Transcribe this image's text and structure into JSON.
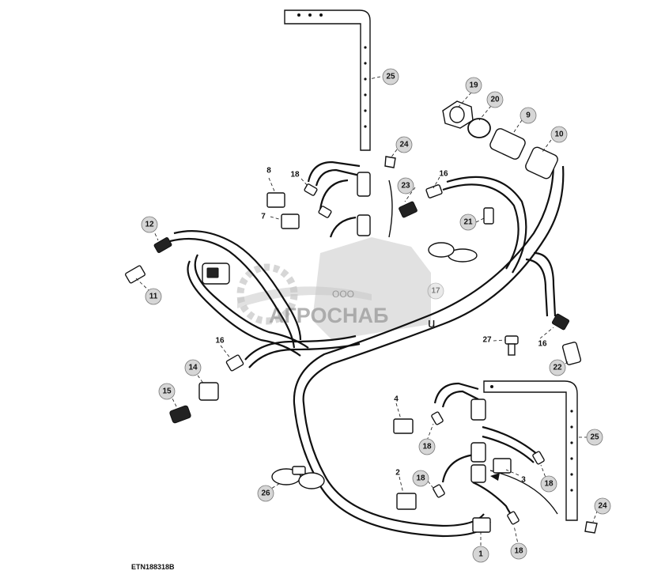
{
  "figure_id": "ETN188318B",
  "watermark": {
    "company": "АГРОСНАБ",
    "prefix": "ООО",
    "suffix": "u"
  },
  "callouts": {
    "c25a": "25",
    "c24a": "24",
    "c19": "19",
    "c20": "20",
    "c9": "9",
    "c10": "10",
    "c8": "8",
    "c18a": "18",
    "c7": "7",
    "c23": "23",
    "c16a": "16",
    "c21": "21",
    "c12": "12",
    "c11": "11",
    "c17": "17",
    "c27": "27",
    "c16b": "16",
    "c22": "22",
    "c16c": "16",
    "c14": "14",
    "c15": "15",
    "c4": "4",
    "c18b": "18",
    "c25b": "25",
    "c3": "3",
    "c18c": "18",
    "c2": "2",
    "c18d": "18",
    "c26": "26",
    "c24b": "24",
    "c1": "1",
    "c18e": "18"
  }
}
